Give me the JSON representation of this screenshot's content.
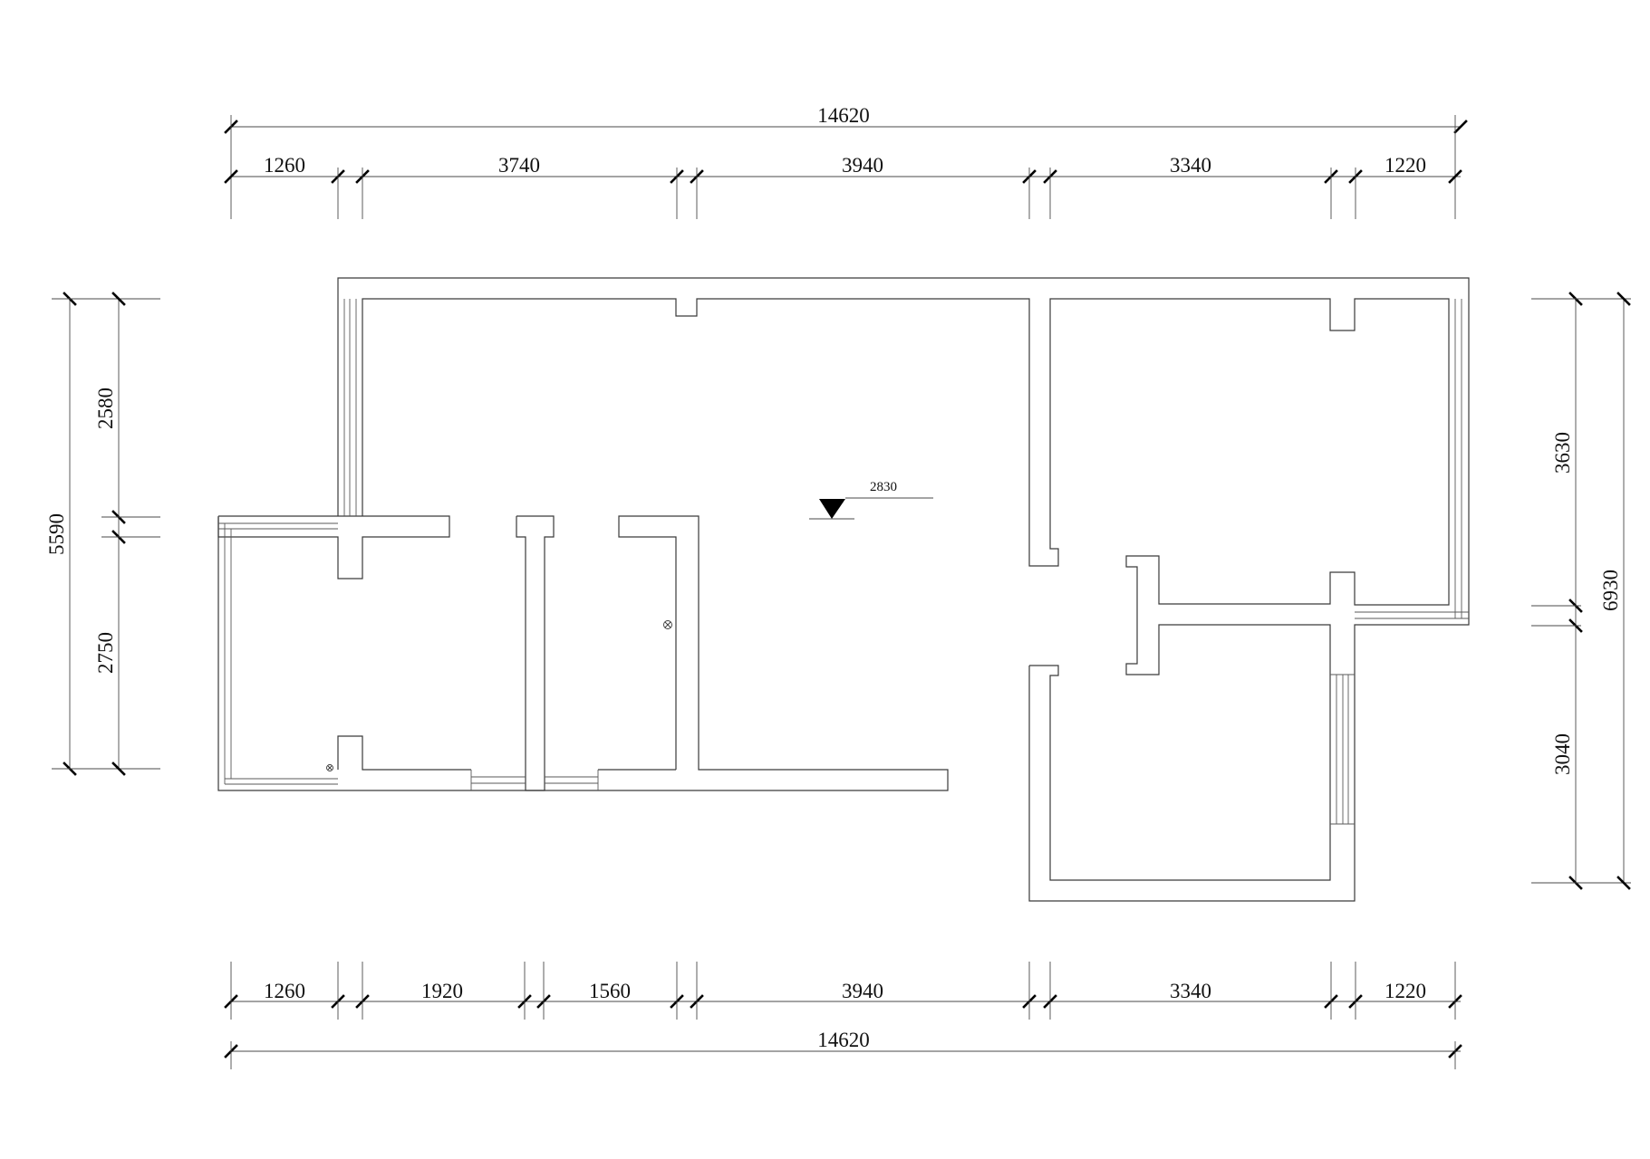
{
  "top_dimensions": {
    "total": "14620",
    "segments": [
      "1260",
      "3740",
      "3940",
      "3340",
      "1220"
    ]
  },
  "bottom_dimensions": {
    "total": "14620",
    "segments": [
      "1260",
      "1920",
      "1560",
      "3940",
      "3340",
      "1220"
    ]
  },
  "left_dimensions": {
    "total": "5590",
    "segments": [
      "2580",
      "2750"
    ]
  },
  "right_dimensions": {
    "total": "6930",
    "segments": [
      "3630",
      "3040"
    ]
  },
  "level_marker": {
    "value": "2830"
  },
  "colors": {
    "line": "#3a3a3a",
    "tick": "#000000",
    "text": "#111111",
    "background": "#ffffff"
  }
}
